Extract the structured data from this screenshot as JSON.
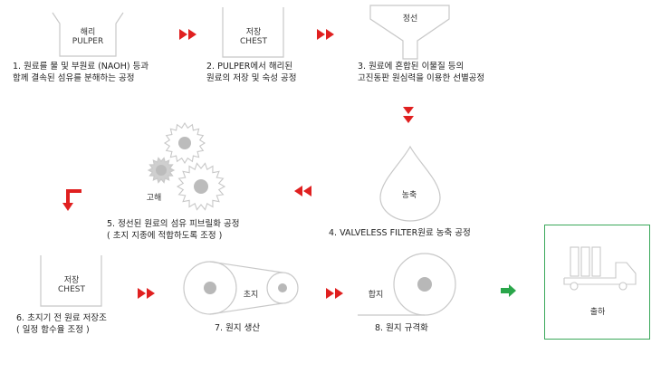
{
  "step1": {
    "tag_top": "해리",
    "tag_bottom": "PULPER",
    "line1": "1. 원료를 물 및 부원료 (NAOH) 등과",
    "line2": "함께 결속된 섬유를 분해하는 공정"
  },
  "step2": {
    "tag_top": "저장",
    "tag_bottom": "CHEST",
    "line1": "2. PULPER에서 해리된",
    "line2": "원료의 저장 및 숙성 공정"
  },
  "step3": {
    "tag": "정선",
    "line1": "3. 원료에 혼합된 이물질 등의",
    "line2": "고진동판 원심력을 이용한 선별공정"
  },
  "step4": {
    "tag": "농축",
    "line1": "4. VALVELESS FILTER원료 농축 공정"
  },
  "step5": {
    "tag": "고해",
    "line1": "5. 정선된 원료의 섬유 피브릴화 공정",
    "line2": "( 초지 지종에 적합하도록 조정 )"
  },
  "step6": {
    "tag_top": "저장",
    "tag_bottom": "CHEST",
    "line1": "6. 초지기 전 원료 저장조",
    "line2": "( 일정 함수율 조정 )"
  },
  "step7": {
    "tag": "초지",
    "line1": "7. 원지 생산"
  },
  "step8": {
    "tag": "합지",
    "line1": "8. 원지 규격화"
  },
  "output": {
    "tag": "출하"
  },
  "colors": {
    "arrow_red": "#e02020",
    "arrow_green": "#2aa64a",
    "shape_gray": "#c8c8c8",
    "dot_gray": "#b8b8b8",
    "box_green": "#3aa85a"
  }
}
